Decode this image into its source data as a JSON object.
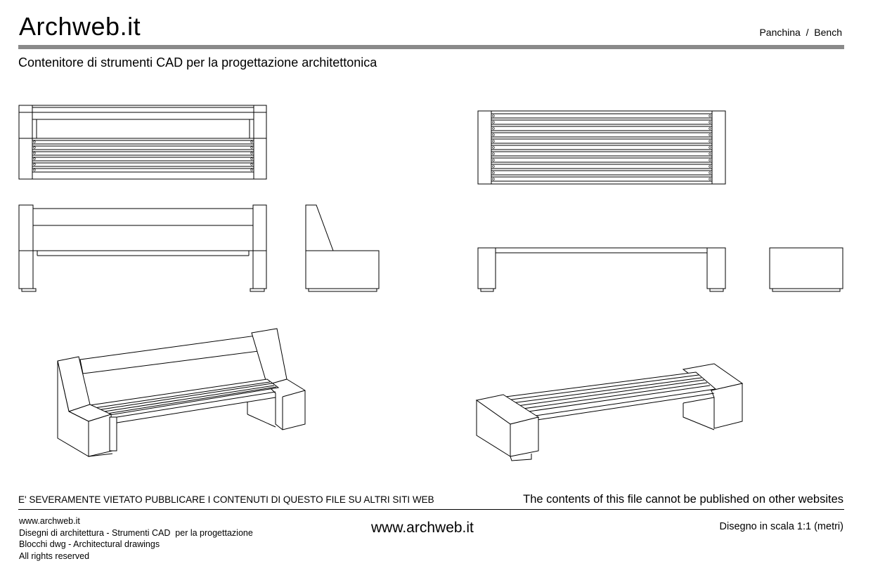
{
  "header": {
    "logo_text": "Archweb.it",
    "breadcrumb": "Panchina  /  Bench",
    "subtitle": "Contenitore di strumenti CAD per la progettazione architettonica"
  },
  "drawings": {
    "icons": [
      "bench-backrest-plan-view",
      "bench-backrest-front-view",
      "bench-backrest-side-view",
      "bench-plan-view",
      "bench-front-view",
      "bench-side-view",
      "bench-backrest-perspective",
      "bench-perspective"
    ]
  },
  "footer": {
    "warning_it": "E' SEVERAMENTE VIETATO PUBBLICARE I CONTENUTI DI QUESTO FILE SU ALTRI SITI WEB",
    "warning_en": "The contents of this file cannot be published on other websites",
    "left_lines": [
      "www.archweb.it",
      "Disegni di architettura - Strumenti CAD  per la progettazione",
      "Blocchi dwg - Architectural drawings",
      "All rights reserved"
    ],
    "url": "www.archweb.it",
    "scale": "Disegno in scala 1:1 (metri)"
  },
  "colors": {
    "rule": "#8a8a8a",
    "ink": "#000000",
    "paper": "#ffffff"
  }
}
